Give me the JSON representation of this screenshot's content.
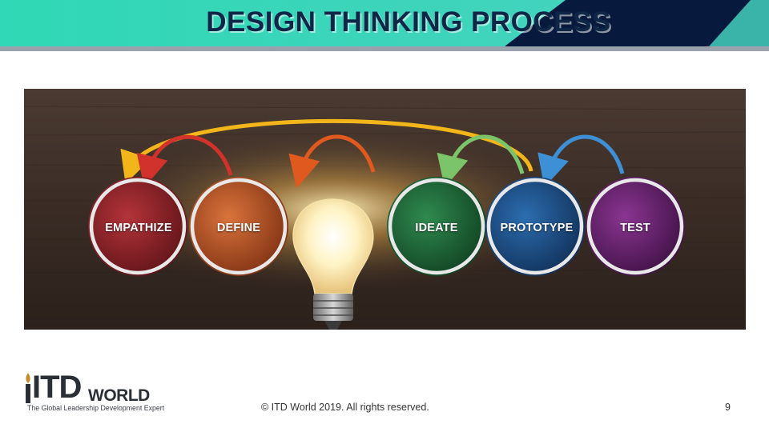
{
  "slide": {
    "title": "DESIGN THINKING PROCESS",
    "footer_text": "© ITD World 2019. All rights reserved.",
    "page_number": "9"
  },
  "stages": [
    {
      "label": "EMPATHIZE",
      "color": "#8a1f24"
    },
    {
      "label": "DEFINE",
      "color": "#b34a1e"
    },
    {
      "label": "IDEATE",
      "color": "#1f6b3a"
    },
    {
      "label": "PROTOTYPE",
      "color": "#1d4e84"
    },
    {
      "label": "TEST",
      "color": "#5f2166"
    }
  ],
  "logo": {
    "brand_itd": "ITD",
    "brand_world": "WORLD",
    "tagline": "The Global Leadership Development Expert"
  },
  "colors": {
    "header_teal": "#33d6b4",
    "header_navy": "#071a3d",
    "arrow_yellow": "#f2b51a",
    "arrow_red": "#d1322b",
    "arrow_orange": "#e0591f",
    "arrow_green": "#7cc46a",
    "arrow_blue": "#3d8fd6"
  }
}
